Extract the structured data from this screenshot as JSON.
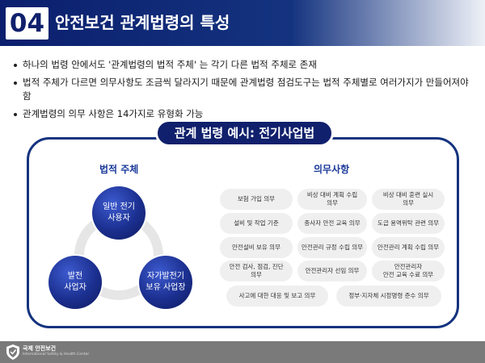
{
  "header": {
    "number": "04",
    "title": "안전보건 관계법령의 특성"
  },
  "bullets": [
    "하나의 법령 안에서도 '관계법령의 법적 주체' 는 각기 다른 법적 주체로 존재",
    "법적 주체가 다르면 의무사항도 조금씩 달라지기 때문에 관계법령 점검도구는 법적 주체별로 여러가지가 만들어져야 함",
    "관계법령의 의무 사항은 14가지로 유형화 가능"
  ],
  "example": {
    "pill_label": "관계 법령 예시: 전기사업법",
    "subjects_title": "법적 주체",
    "duties_title": "의무사항",
    "subjects": [
      "일반 전기\n사용자",
      "발전\n사업자",
      "자가발전기\n보유 사업장"
    ],
    "duties": [
      "보험 가입 의무",
      "비상 대비 계획 수립\n의무",
      "비상 대비 훈련 실시\n의무",
      "설비 및 작업 기준",
      "종사자 안전 교육 의무",
      "도급 용역위탁 관련 의무",
      "안전설비 보유 의무",
      "안전관리 규정 수립 의무",
      "안전관리 계획 수립 의무",
      "안전 검사, 점검, 진단\n의무",
      "안전관리자 선임 의무",
      "안전관리자\n안전 교육 수료 의무",
      "사고에 대한 대응 및 보고 의무",
      "정부·지자체 시정명령 준수 의무"
    ]
  },
  "footer": {
    "logo_name": "국제 안전보건",
    "logo_sub": "International Safety & Health Center",
    "logo_icon": "shield-icon"
  },
  "colors": {
    "navy": "#10206c",
    "accent_blue": "#1b3a9a",
    "pill_gray": "#efefef"
  }
}
